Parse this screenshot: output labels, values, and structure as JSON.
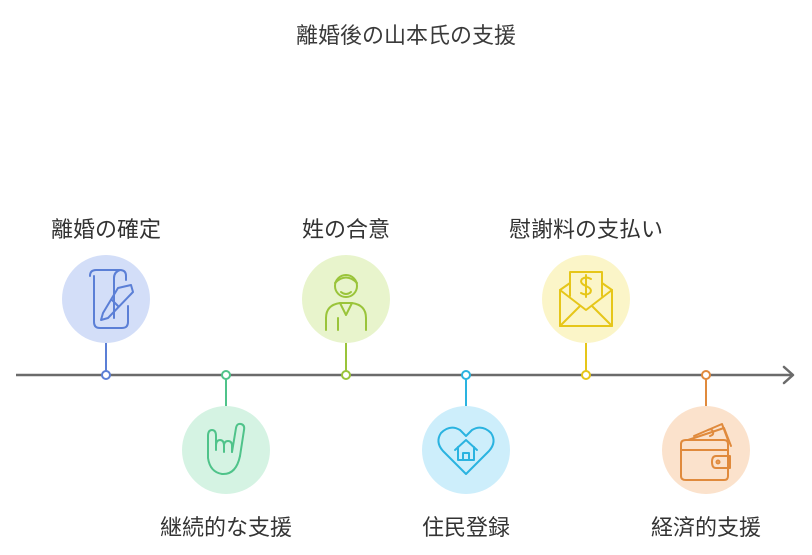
{
  "title": "離婚後の山本氏の支援",
  "events": [
    {
      "label": "離婚の確定",
      "icon": "document-pen-icon",
      "position": "above",
      "color": "#5b7fd6",
      "bg": "#d3def8"
    },
    {
      "label": "継続的な支援",
      "icon": "hand-gesture-icon",
      "position": "below",
      "color": "#4fc38a",
      "bg": "#d5f3e3"
    },
    {
      "label": "姓の合意",
      "icon": "person-icon",
      "position": "above",
      "color": "#9ac43a",
      "bg": "#e8f4cc"
    },
    {
      "label": "住民登録",
      "icon": "house-heart-icon",
      "position": "below",
      "color": "#2ab3e0",
      "bg": "#cdeefb"
    },
    {
      "label": "慰謝料の支払い",
      "icon": "money-envelope-icon",
      "position": "above",
      "color": "#e6c619",
      "bg": "#fbf5c8"
    },
    {
      "label": "経済的支援",
      "icon": "wallet-money-icon",
      "position": "below",
      "color": "#e08a3c",
      "bg": "#fbe2cc"
    }
  ]
}
